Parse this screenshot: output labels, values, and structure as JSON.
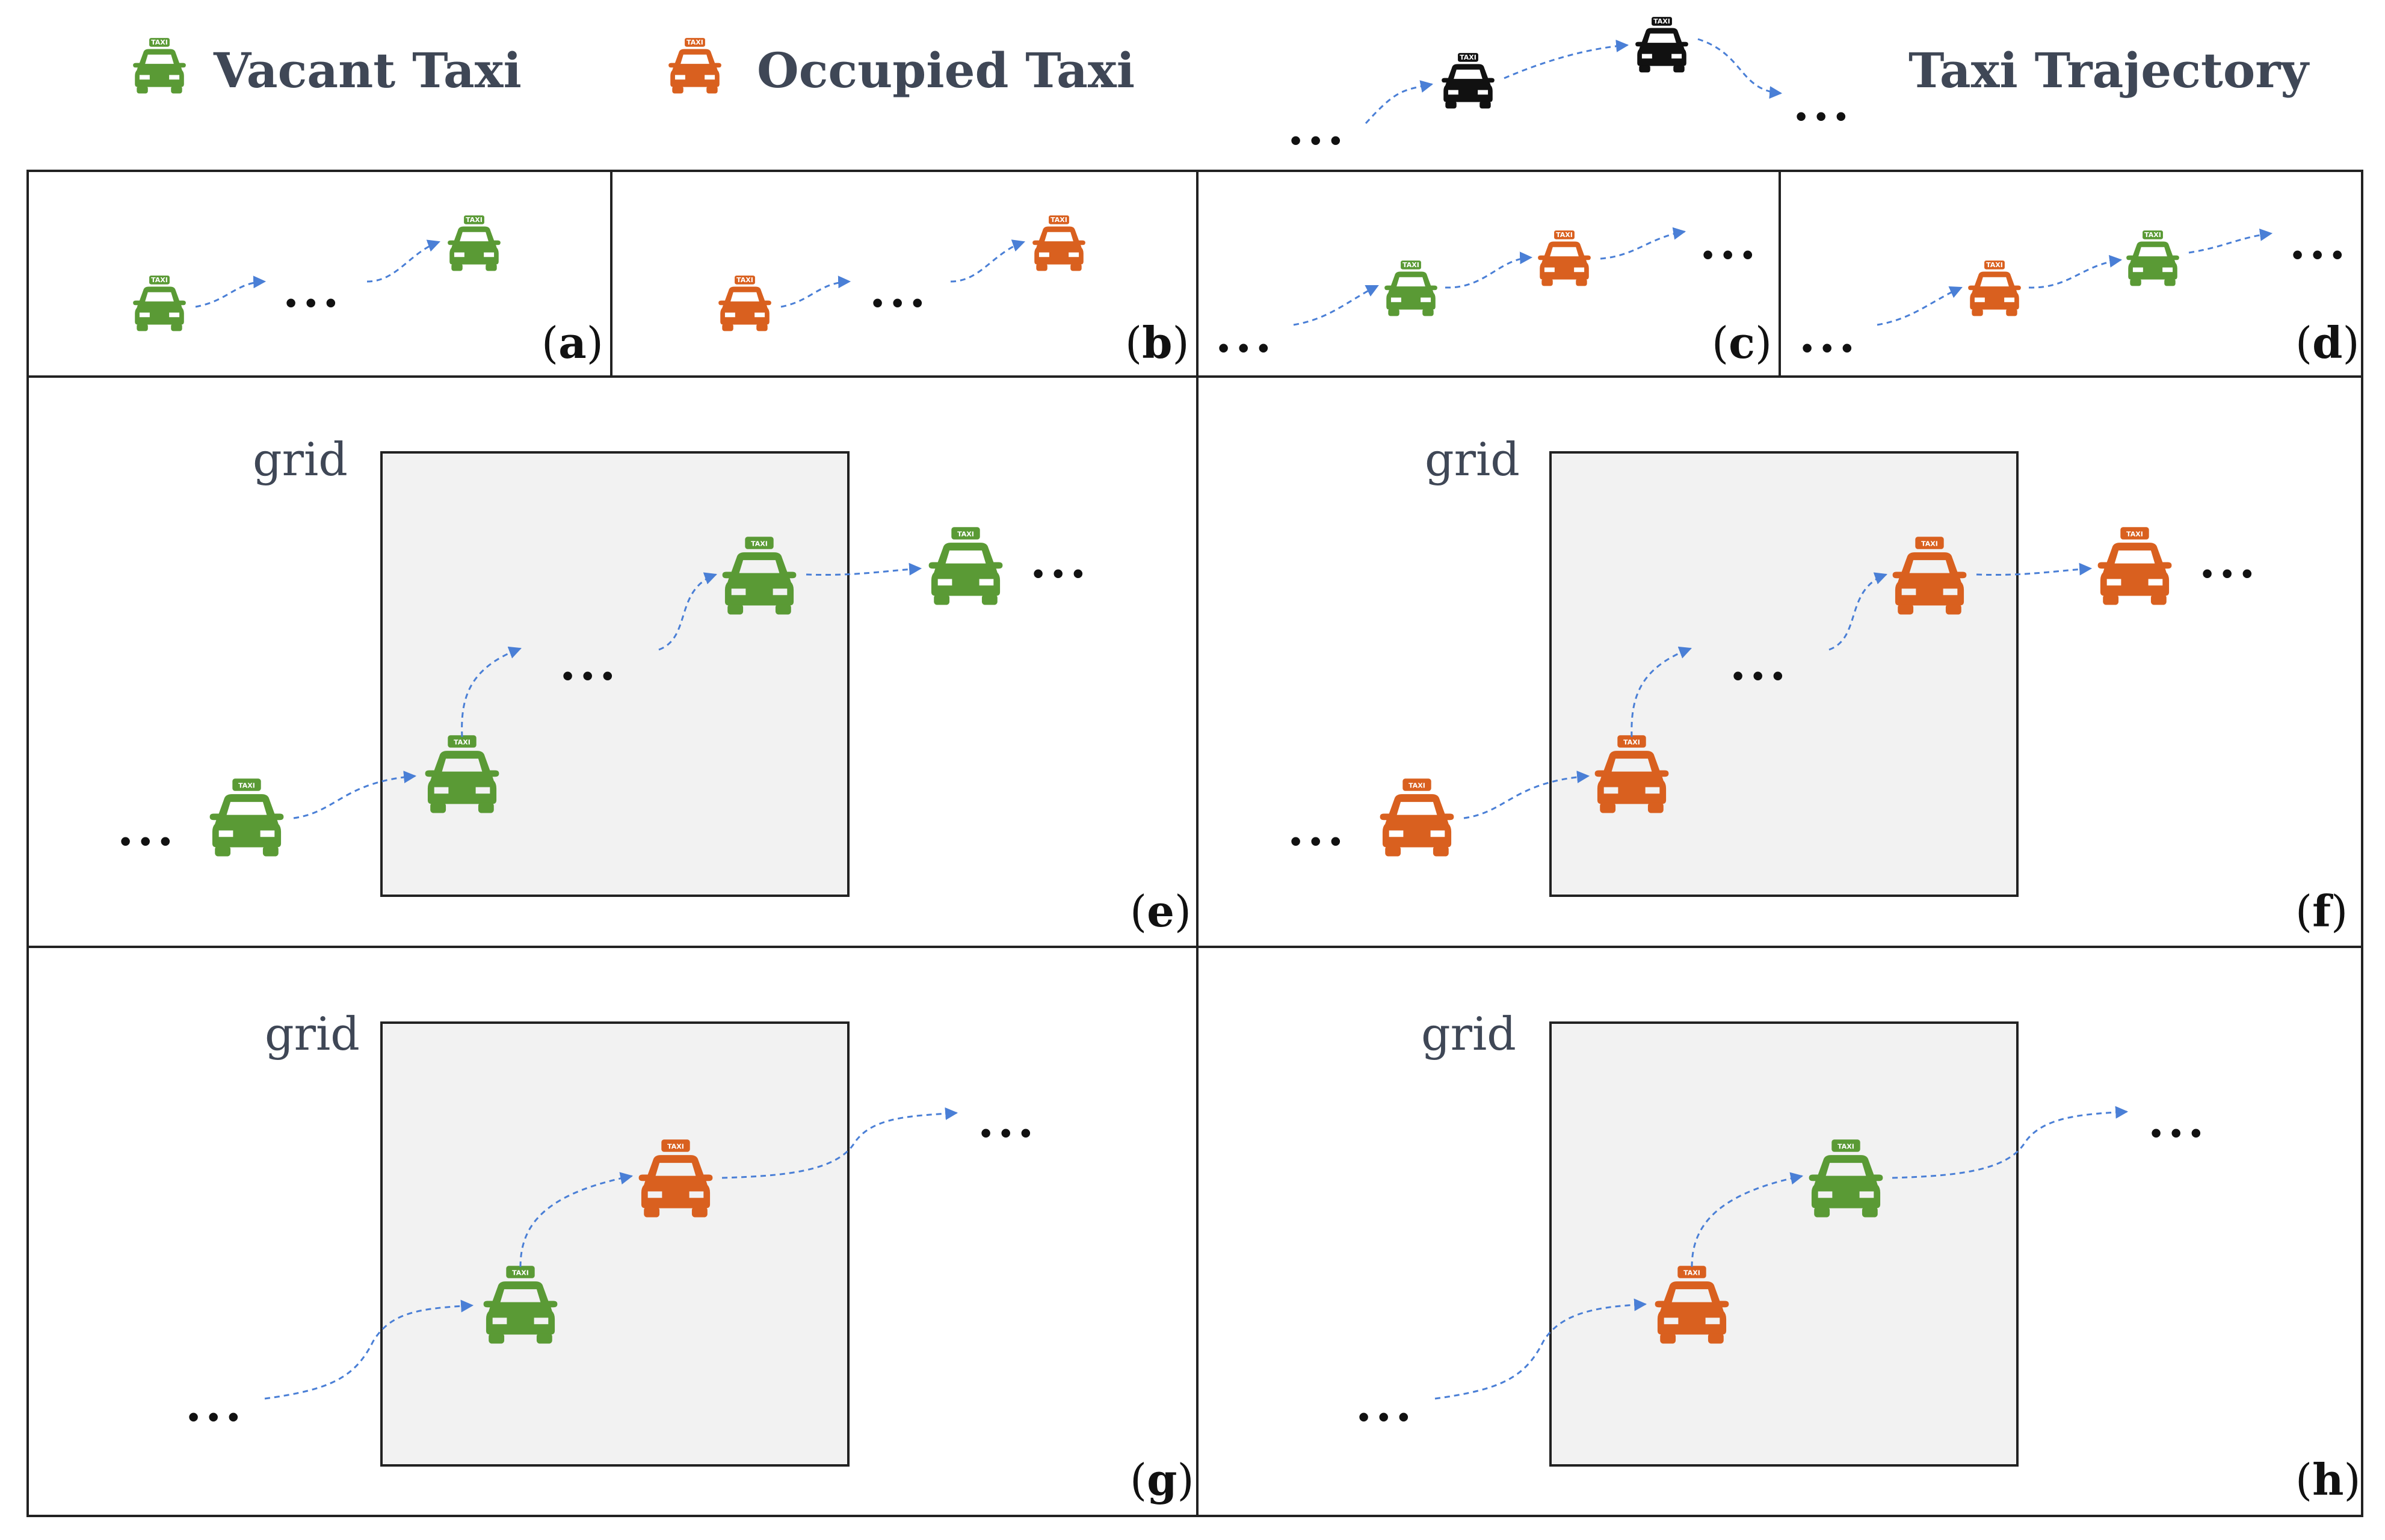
{
  "legend": {
    "vacant": {
      "label": "Vacant Taxi",
      "color": "#5a9a35",
      "icon": "taxi-icon"
    },
    "occupied": {
      "label": "Occupied Taxi",
      "color": "#d9601f",
      "icon": "taxi-icon"
    },
    "trajectory": {
      "label": "Taxi Trajectory",
      "color": "#111111",
      "icon": "taxi-icon",
      "ellipsis": "..."
    }
  },
  "taxi_sign": "TAXI",
  "trajectory_color": "#4a7fd6",
  "ellipsis": "...",
  "grid_label": "grid",
  "panels": [
    {
      "id": "a",
      "label": "a"
    },
    {
      "id": "b",
      "label": "b"
    },
    {
      "id": "c",
      "label": "c"
    },
    {
      "id": "d",
      "label": "d"
    },
    {
      "id": "e",
      "label": "e"
    },
    {
      "id": "f",
      "label": "f"
    },
    {
      "id": "g",
      "label": "g"
    },
    {
      "id": "h",
      "label": "h"
    }
  ]
}
